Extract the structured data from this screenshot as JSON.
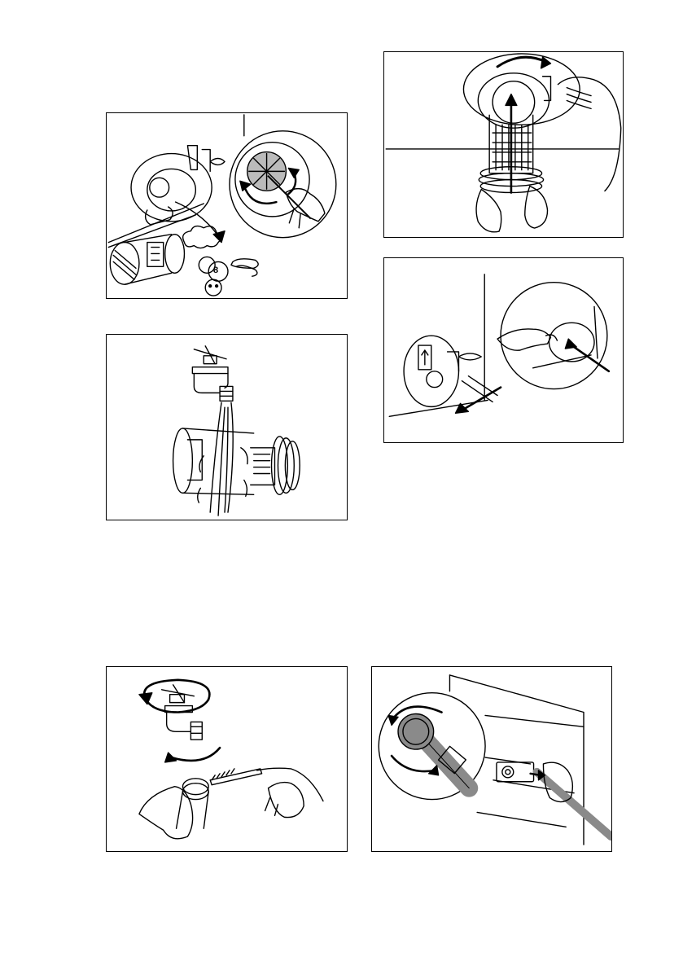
{
  "page": {
    "illustrations": [
      {
        "name": "clean-pump-filter",
        "label": "8"
      },
      {
        "name": "rinse-filter-under-tap"
      },
      {
        "name": "reinsert-filter"
      },
      {
        "name": "close-pump-cover"
      },
      {
        "name": "clean-tap-thread"
      },
      {
        "name": "unscrew-inlet-hose"
      }
    ]
  },
  "colors": {
    "line": "#000000",
    "hose_grey": "#8a8a8a",
    "background": "#ffffff"
  }
}
